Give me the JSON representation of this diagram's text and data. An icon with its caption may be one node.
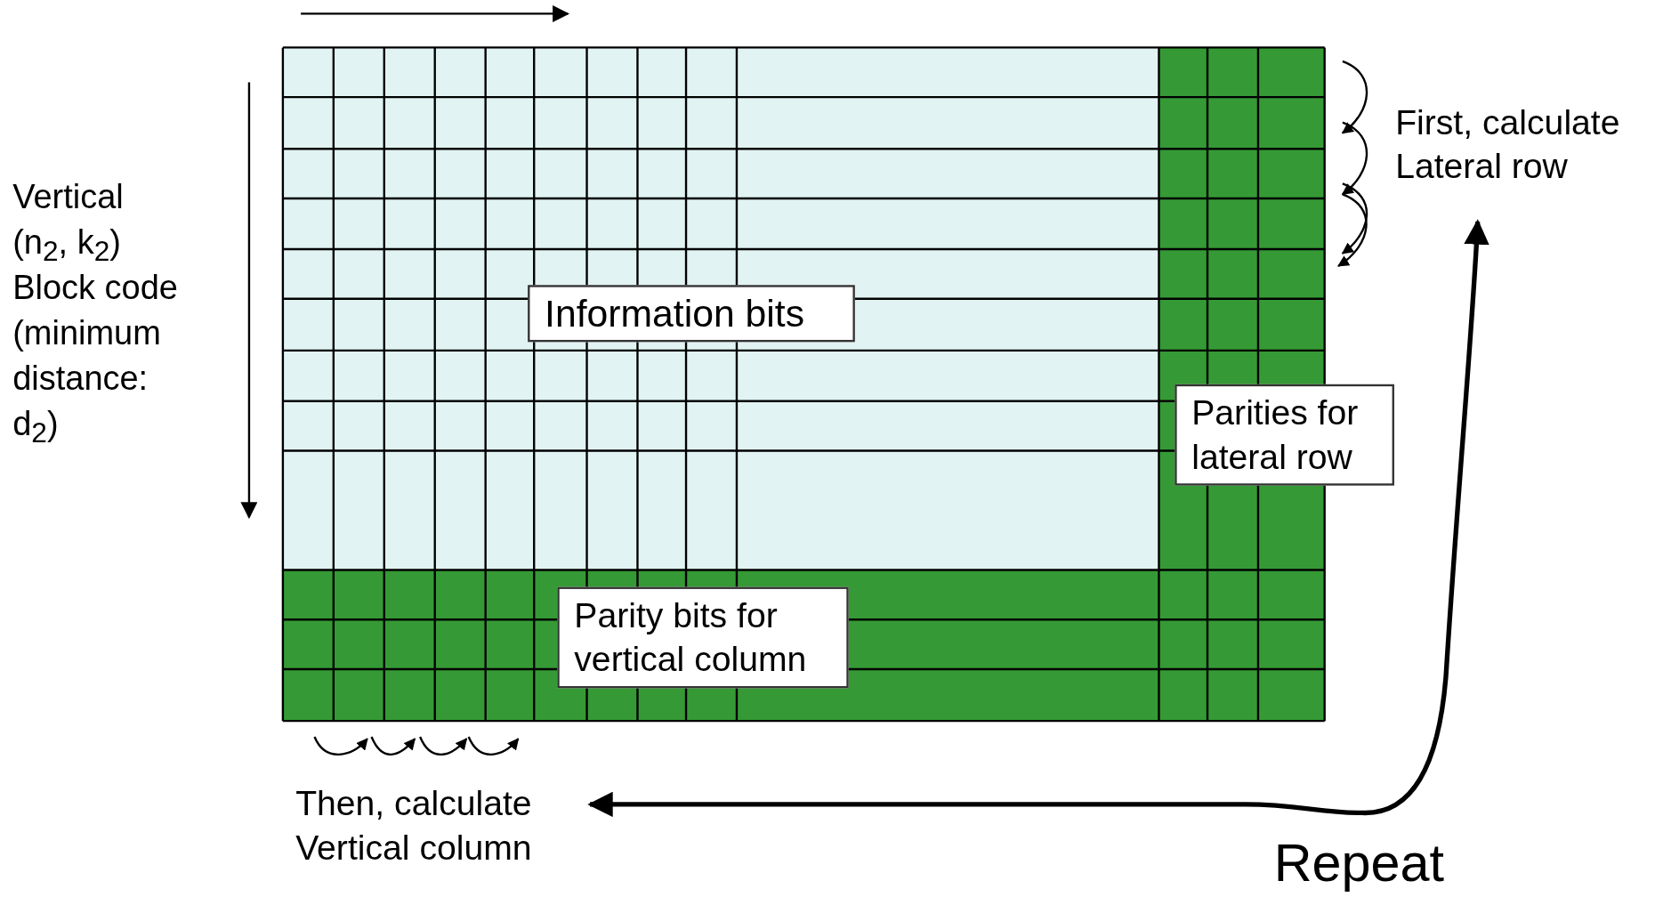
{
  "diagram": {
    "nodes": [
      {
        "text": [
          "Information bits"
        ]
      },
      {
        "text": [
          "Parities for lateral row"
        ]
      },
      {
        "text": [
          "Parity bits for vertical column"
        ]
      },
      {
        "text": [
          "First, calculate Lateral row"
        ]
      },
      {
        "text": [
          "Then, calculate Vertical column"
        ]
      }
    ],
    "edges": [
      {
        "from": 3,
        "to": 4,
        "arrow": "both",
        "label": "Repeat"
      }
    ],
    "labels": [
      "Vertical (n$_{2}$, k$_{2}$) Block code (minimum distance: d$_{2}$)"
    ]
  }
}
